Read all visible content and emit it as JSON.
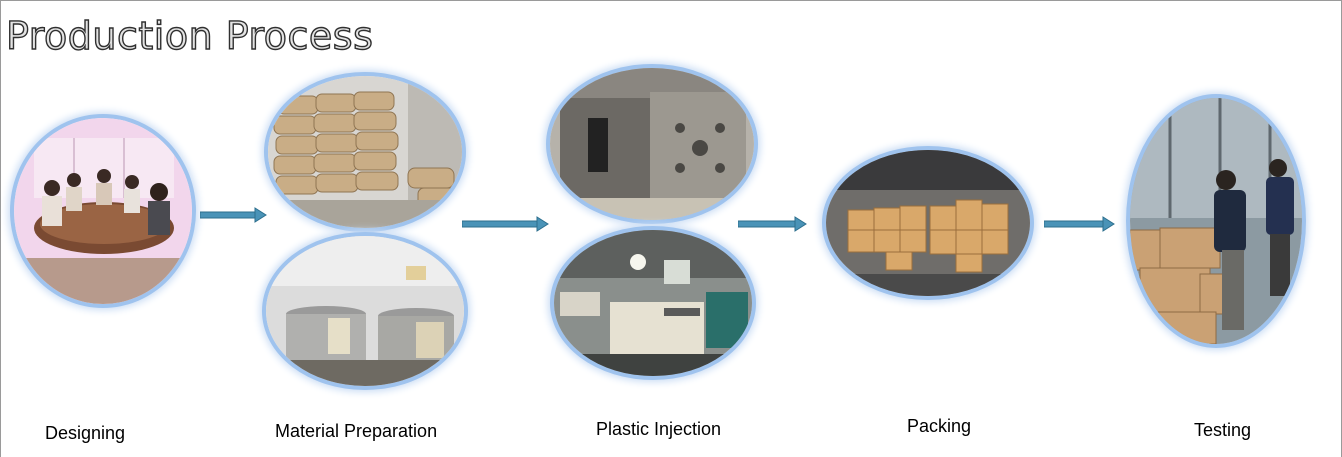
{
  "title": "Production Process",
  "steps": [
    {
      "label": "Designing",
      "icon": "meeting-room-photo-icon"
    },
    {
      "label": "Material Preparation",
      "icon": "material-sacks-and-mixers-photo-icon"
    },
    {
      "label": "Plastic Injection",
      "icon": "mold-and-injection-machine-photo-icon"
    },
    {
      "label": "Packing",
      "icon": "warehouse-cartons-photo-icon"
    },
    {
      "label": "Testing",
      "icon": "inspection-workers-photo-icon"
    }
  ],
  "colors": {
    "arrow": "#4a93b7",
    "photo_frame": "#9fc3ee",
    "title_fill": "#e3e3e3",
    "title_stroke": "#303030"
  }
}
